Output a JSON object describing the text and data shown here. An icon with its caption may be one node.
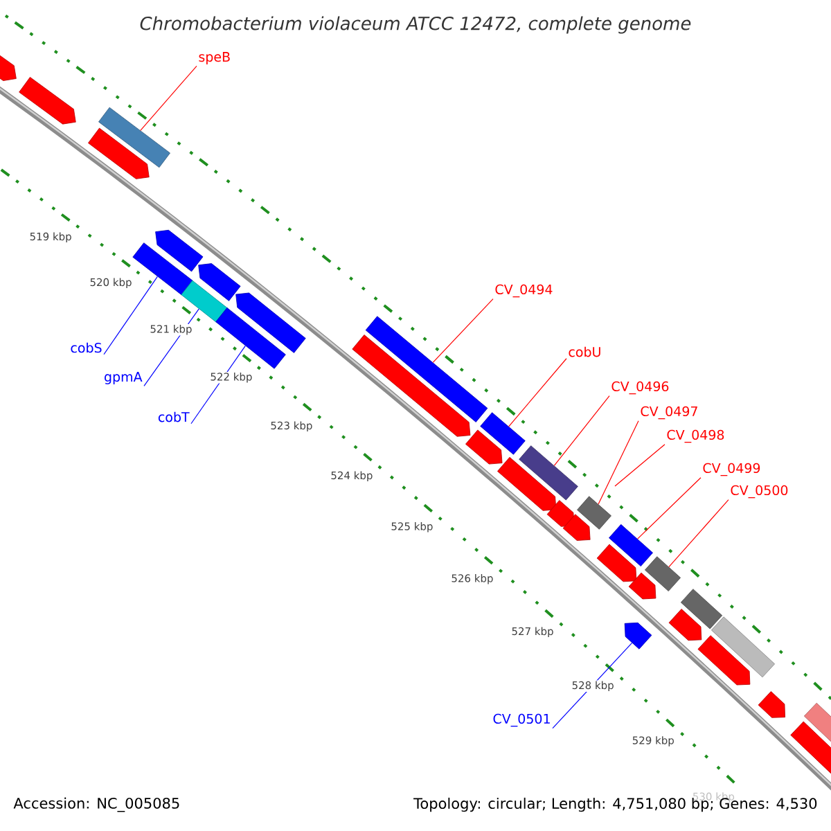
{
  "diagram": {
    "title": "Chromobacterium violaceum ATCC 12472, complete genome",
    "nodes": [
      {
        "text": [
          "speB"
        ]
      },
      {
        "text": [
          "CV_0494"
        ]
      },
      {
        "text": [
          "cobS"
        ]
      },
      {
        "text": [
          "gpmA"
        ]
      },
      {
        "text": [
          "cobU"
        ]
      },
      {
        "text": [
          "CV_0496"
        ]
      },
      {
        "text": [
          "CV_0497"
        ]
      },
      {
        "text": [
          "cobT"
        ]
      },
      {
        "text": [
          "CV_0498"
        ]
      },
      {
        "text": [
          "CV_0499"
        ]
      },
      {
        "text": [
          "CV_0500"
        ]
      },
      {
        "text": [
          "CV_0501"
        ]
      },
      {
        "text": [],
        "shape": "bar"
      },
      {
        "text": [],
        "shape": "bar"
      },
      {
        "text": [],
        "shape": "bar"
      },
      {
        "text": [],
        "shape": "bar"
      },
      {
        "text": [],
        "shape": "bar"
      },
      {
        "text": [],
        "shape": "bar"
      },
      {
        "text": [],
        "shape": "bar"
      },
      {
        "text": [],
        "shape": "bar"
      },
      {
        "text": [],
        "shape": "bar"
      },
      {
        "text": [],
        "shape": "bar"
      },
      {
        "text": [],
        "shape": "pentagon"
      },
      {
        "text": [],
        "shape": "pentagon"
      },
      {
        "text": [],
        "shape": "pentagon"
      },
      {
        "text": [],
        "shape": "pentagon"
      },
      {
        "text": [],
        "shape": "pentagon"
      },
      {
        "text": [],
        "shape": "pentagon"
      },
      {
        "text": [],
        "shape": "pentagon"
      },
      {
        "text": [],
        "shape": "pentagon"
      },
      {
        "text": [],
        "shape": "pentagon"
      },
      {
        "text": [],
        "shape": "pentagon"
      },
      {
        "text": [],
        "shape": "pentagon"
      },
      {
        "text": [],
        "shape": "pentagon"
      },
      {
        "text": [],
        "shape": "pentagon"
      },
      {
        "text": [],
        "shape": "pentagon"
      },
      {
        "text": [],
        "shape": "pentagon"
      },
      {
        "text": [],
        "shape": "bar"
      },
      {
        "text": [],
        "shape": "bar"
      },
      {
        "text": [],
        "shape": "bar"
      },
      {
        "text": [],
        "shape": "pentagon"
      },
      {
        "text": [],
        "shape": "pentagon"
      },
      {
        "text": [],
        "shape": "pentagon"
      }
    ],
    "edges": [
      {
        "from": 0,
        "to": 12,
        "arrow": "none"
      },
      {
        "from": 1,
        "to": 13,
        "arrow": "none"
      },
      {
        "from": 2,
        "to": 14,
        "arrow": "none",
        "color": "#0000ff"
      },
      {
        "from": 3,
        "to": 15,
        "arrow": "none",
        "color": "#0000ff"
      },
      {
        "from": 4,
        "to": 16,
        "arrow": "none"
      },
      {
        "from": 5,
        "to": 17,
        "arrow": "none"
      },
      {
        "from": 6,
        "to": 18,
        "arrow": "none"
      },
      {
        "from": 7,
        "to": 19,
        "arrow": "none",
        "color": "#0000ff"
      },
      {
        "from": 8,
        "to": null,
        "arrow": "none"
      },
      {
        "from": 9,
        "to": 20,
        "arrow": "none"
      },
      {
        "from": 10,
        "to": 21,
        "arrow": "none"
      },
      {
        "from": 11,
        "to": 22,
        "arrow": "none",
        "color": "#0000ff"
      }
    ],
    "labels": [
      "519 kbp",
      "520 kbp",
      "521 kbp",
      "522 kbp",
      "523 kbp",
      "524 kbp",
      "525 kbp",
      "526 kbp",
      "527 kbp",
      "528 kbp",
      "529 kbp",
      "530 kbp",
      "Accession: NC_005085",
      "Topology: circular; Length: 4,751,080 bp; Genes: 4,530"
    ]
  }
}
